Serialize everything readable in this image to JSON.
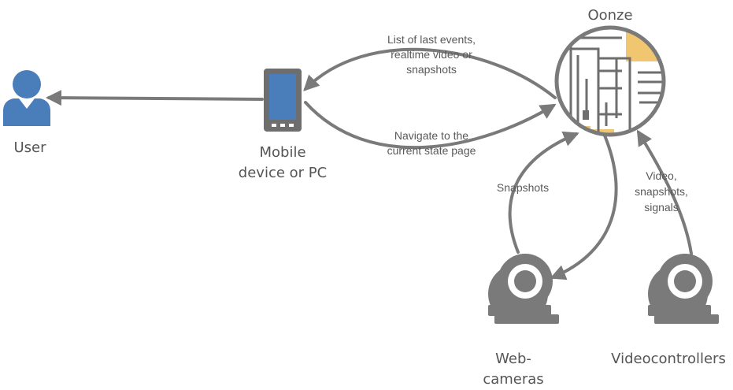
{
  "nodes": {
    "user": {
      "label": "User"
    },
    "device": {
      "label_line1": "Mobile",
      "label_line2": "device or PC"
    },
    "server": {
      "label": "Oonze"
    },
    "webcams": {
      "label_line1": "Web-",
      "label_line2": "cameras"
    },
    "videocontrollers": {
      "label": "Videocontrollers"
    }
  },
  "edges": {
    "server_to_device": {
      "line1": "List of last events,",
      "line2": "realtime video or",
      "line3": "snapshots"
    },
    "device_to_server": {
      "line1": "Navigate to the",
      "line2": "current state page"
    },
    "webcams_to_server": {
      "line1": "Snapshots"
    },
    "controllers_to_server": {
      "line1": "Video,",
      "line2": "snapshots,",
      "line3": "signals"
    }
  },
  "colors": {
    "user_blue": "#4a7ebb",
    "arrow_gray": "#7a7a7a",
    "dark_gray": "#6e6e6e",
    "accent_yellow": "#f0c770"
  }
}
